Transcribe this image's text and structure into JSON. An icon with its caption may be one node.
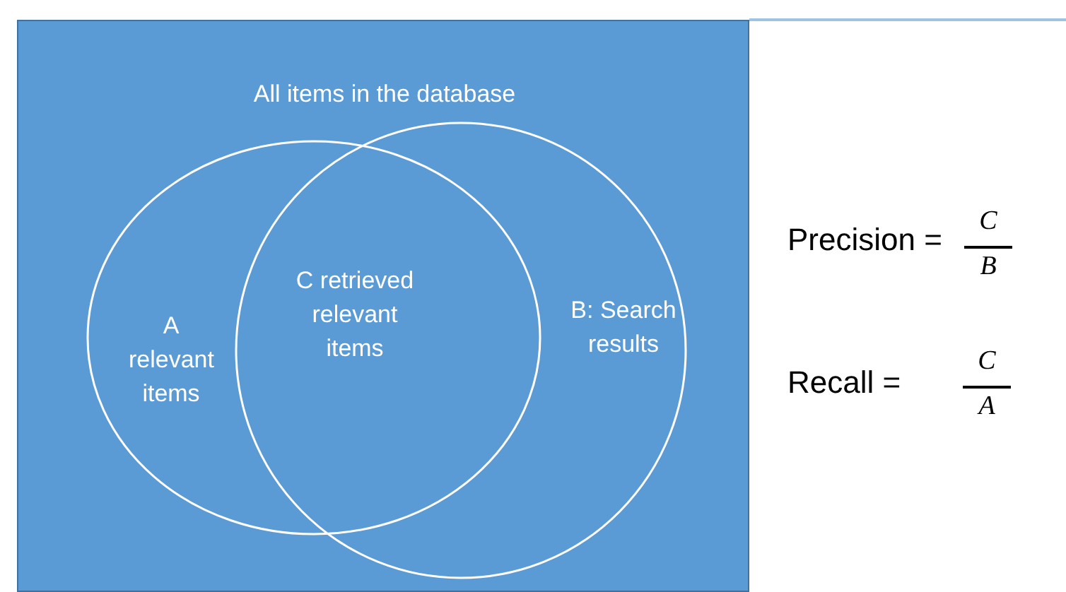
{
  "diagram": {
    "nodes": [
      {
        "text": [
          "All items in the database"
        ]
      },
      {
        "text": [
          "A relevant items"
        ],
        "in": 0
      },
      {
        "text": [
          "B: Search results"
        ],
        "in": 0
      }
    ],
    "labels": [
      "C retrieved relevant items",
      "Precision =",
      "C",
      "B",
      "Recall =",
      "C",
      "A"
    ]
  }
}
